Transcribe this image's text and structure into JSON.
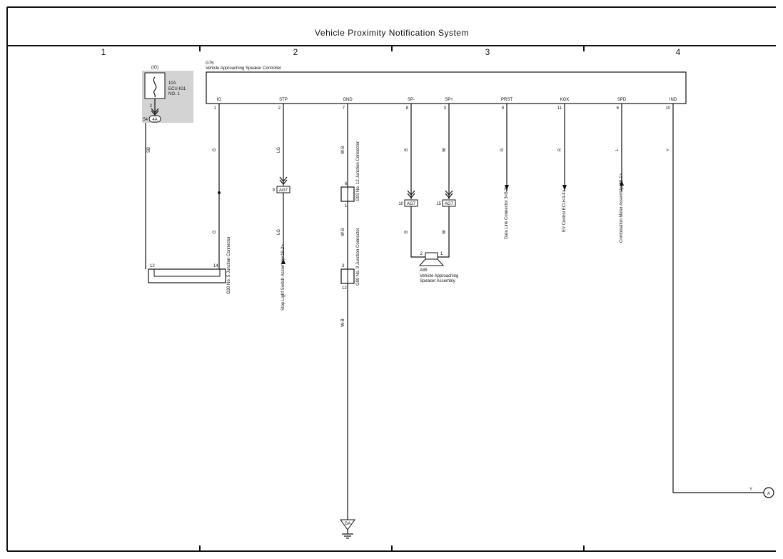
{
  "title": "Vehicle Proximity Notification System",
  "columns": [
    "1",
    "2",
    "3",
    "4"
  ],
  "fuse": {
    "mode": "(IG)",
    "rating": "10A",
    "name": "ECU-IG1",
    "number": "NO. 1",
    "pin": "2",
    "conn_pin": "54",
    "conn": "4A"
  },
  "controller": {
    "code": "G75",
    "name": "Vehicle Approaching Speaker Controller",
    "terminals": [
      {
        "label": "IG",
        "pin": "1",
        "wire": "G"
      },
      {
        "label": "STP",
        "pin": "2",
        "wire": "LG"
      },
      {
        "label": "GND",
        "pin": "7",
        "wire": "W-B"
      },
      {
        "label": "SP-",
        "pin": "8",
        "wire": "B"
      },
      {
        "label": "SP+",
        "pin": "3",
        "wire": "W"
      },
      {
        "label": "PRST",
        "pin": "9",
        "wire": "G"
      },
      {
        "label": "KGK",
        "pin": "11",
        "wire": "R"
      },
      {
        "label": "SPD",
        "pin": "6",
        "wire": "L"
      },
      {
        "label": "IND",
        "pin": "10",
        "wire": "Y"
      }
    ]
  },
  "wires": {
    "fuse_out": "SB",
    "ig_lower": "G",
    "stp_lower": "LG",
    "gnd_mid": "W-B",
    "gnd_low": "W-B",
    "spm_lower": "B",
    "spp_lower": "W",
    "ind_out": "Y"
  },
  "connectors": {
    "ag7_stp_pin": "9",
    "ag7_spm_pin": "10",
    "ag7_spp_pin": "15",
    "ag7": "AG7",
    "g93_top": "6",
    "g93_bot": "1",
    "g93_label": "G93 No. 12 Junction Connector",
    "g90_top": "3",
    "g90_bot": "12",
    "g90_label": "G90 No. 9 Junction Connector",
    "g30_left": "12",
    "g30_right": "14",
    "g30_label": "G30 No. 5 Junction Connector"
  },
  "speaker": {
    "code": "A85",
    "name_line1": "Vehicle Approaching",
    "name_line2": "Speaker Assembly",
    "pin_left": "2",
    "pin_right": "1"
  },
  "destinations": {
    "stop_light": "Stop Light Switch Assembly<19-2>",
    "dlc3": "Data Link Connector 3<6-2>",
    "ev_ecu": "EV Control ECU<4-4>",
    "meter": "Combination Meter Assembly<38-1>"
  },
  "ground": "GA",
  "offpage": "A"
}
